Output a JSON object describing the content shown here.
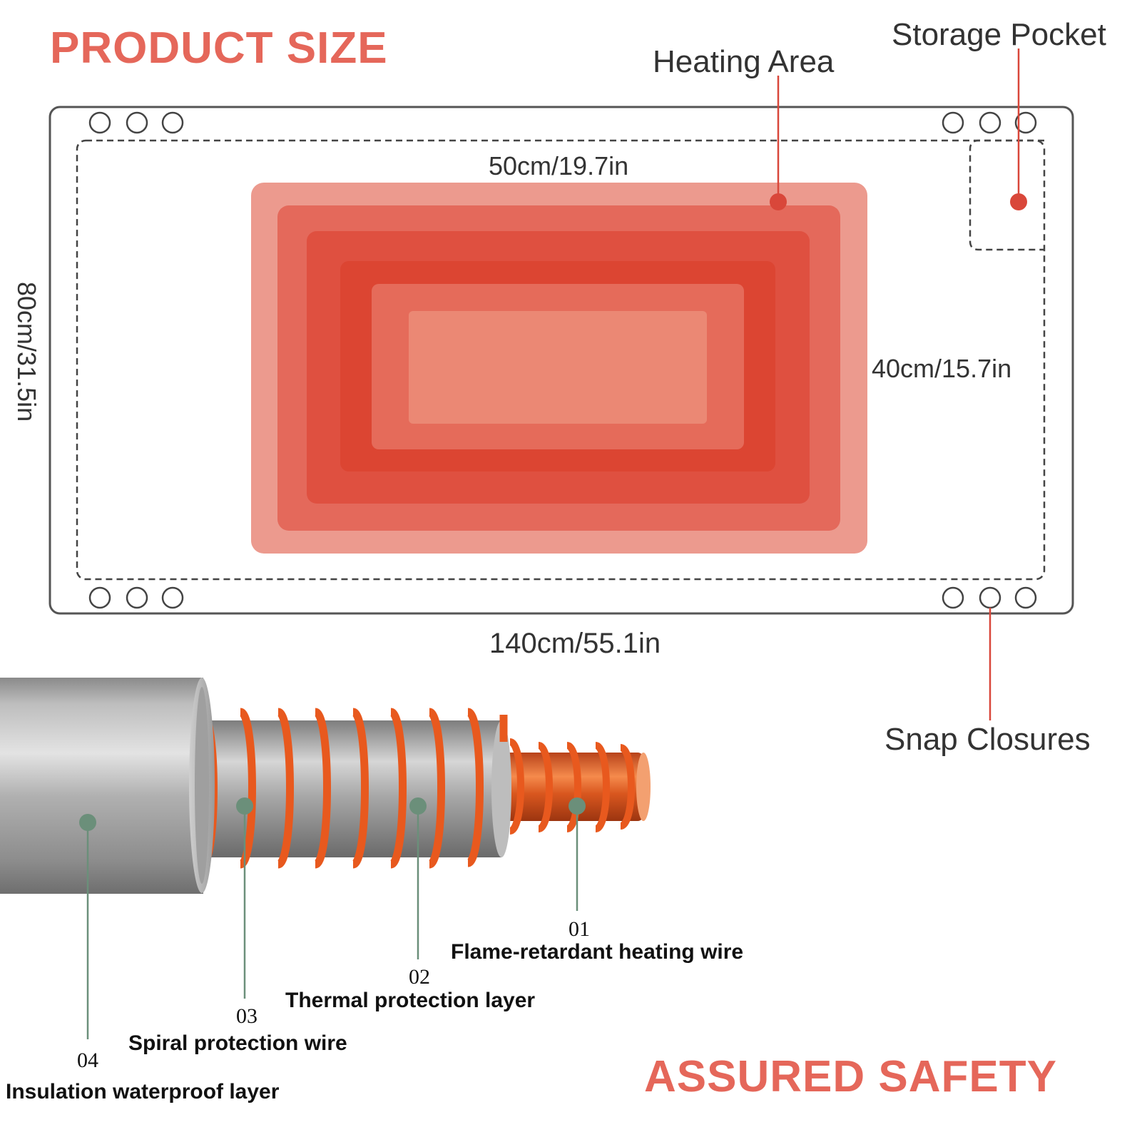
{
  "headings": {
    "product_size": "PRODUCT SIZE",
    "assured_safety": "ASSURED SAFETY"
  },
  "callouts": {
    "storage_pocket": "Storage Pocket",
    "heating_area": "Heating Area",
    "snap_closures": "Snap Closures"
  },
  "dimensions": {
    "heating_width": "50cm/19.7in",
    "heating_height": "40cm/15.7in",
    "pad_height": "80cm/31.5in",
    "pad_width": "140cm/55.1in"
  },
  "layers": [
    {
      "number": "01",
      "name": "Flame-retardant heating wire"
    },
    {
      "number": "02",
      "name": "Thermal protection layer"
    },
    {
      "number": "03",
      "name": "Spiral protection wire"
    },
    {
      "number": "04",
      "name": "Insulation waterproof layer"
    }
  ],
  "colors": {
    "accent": "#e5675a",
    "leader_red": "#d9473a",
    "leader_green": "#6b8f7a",
    "copper": "#e8591e"
  }
}
